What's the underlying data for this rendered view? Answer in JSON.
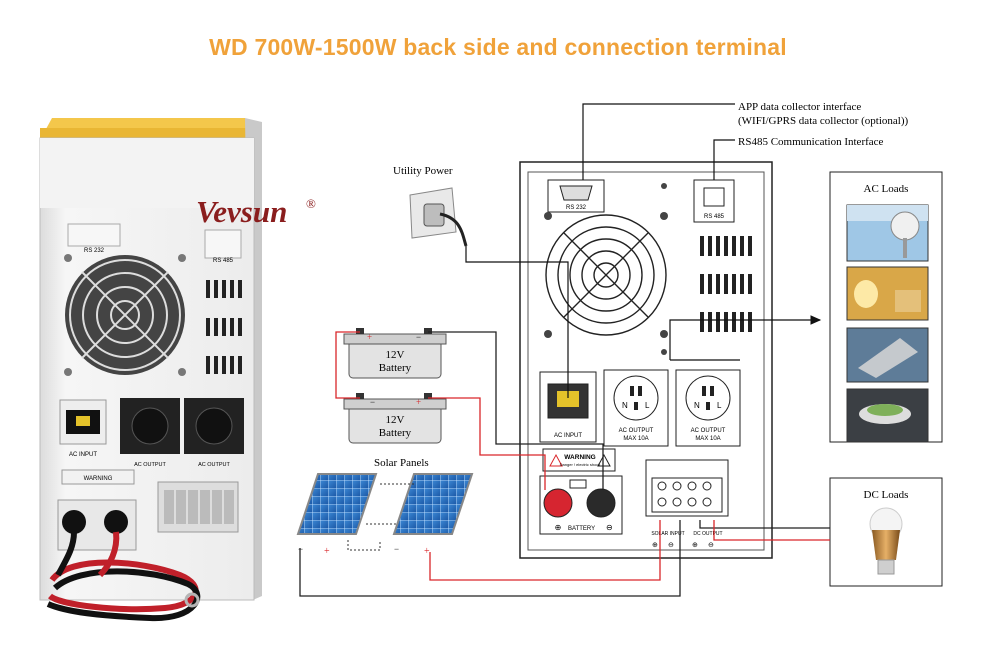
{
  "title": "WD 700W-1500W back side and connection terminal",
  "brand": {
    "name": "Vevsun",
    "mark": "®"
  },
  "labels": {
    "app_line1": "APP data collector interface",
    "app_line2": "(WIFI/GPRS data collector (optional))",
    "rs485_interface": "RS485 Communication Interface",
    "utility_power": "Utility Power",
    "ac_loads": "AC Loads",
    "dc_loads": "DC Loads",
    "solar_panels": "Solar Panels",
    "battery_voltage": "12V",
    "battery_word": "Battery"
  },
  "panel": {
    "rs232": "RS 232",
    "rs485": "RS 485",
    "ac_input": "AC INPUT",
    "ac_output": "AC OUTPUT",
    "max": "MAX 10A",
    "warning": "WARNING",
    "warning_sub": "Danger ! electric shock",
    "battery": "BATTERY",
    "solar_input": "SOLAR INPUT",
    "dc_output": "DC OUTPUT",
    "socket_n": "N",
    "socket_l": "L"
  },
  "colors": {
    "title": "#f0a23a",
    "wire_red": "#d9262a",
    "wire_black": "#222222",
    "brand": "#8a1d1d"
  },
  "icons": [
    "fan-grille-icon",
    "ac-socket-icon",
    "plug-icon",
    "battery-icon",
    "solar-panel-icon",
    "bulb-icon",
    "fan-load-icon",
    "lamp-icon",
    "laptop-icon",
    "cooker-icon"
  ]
}
